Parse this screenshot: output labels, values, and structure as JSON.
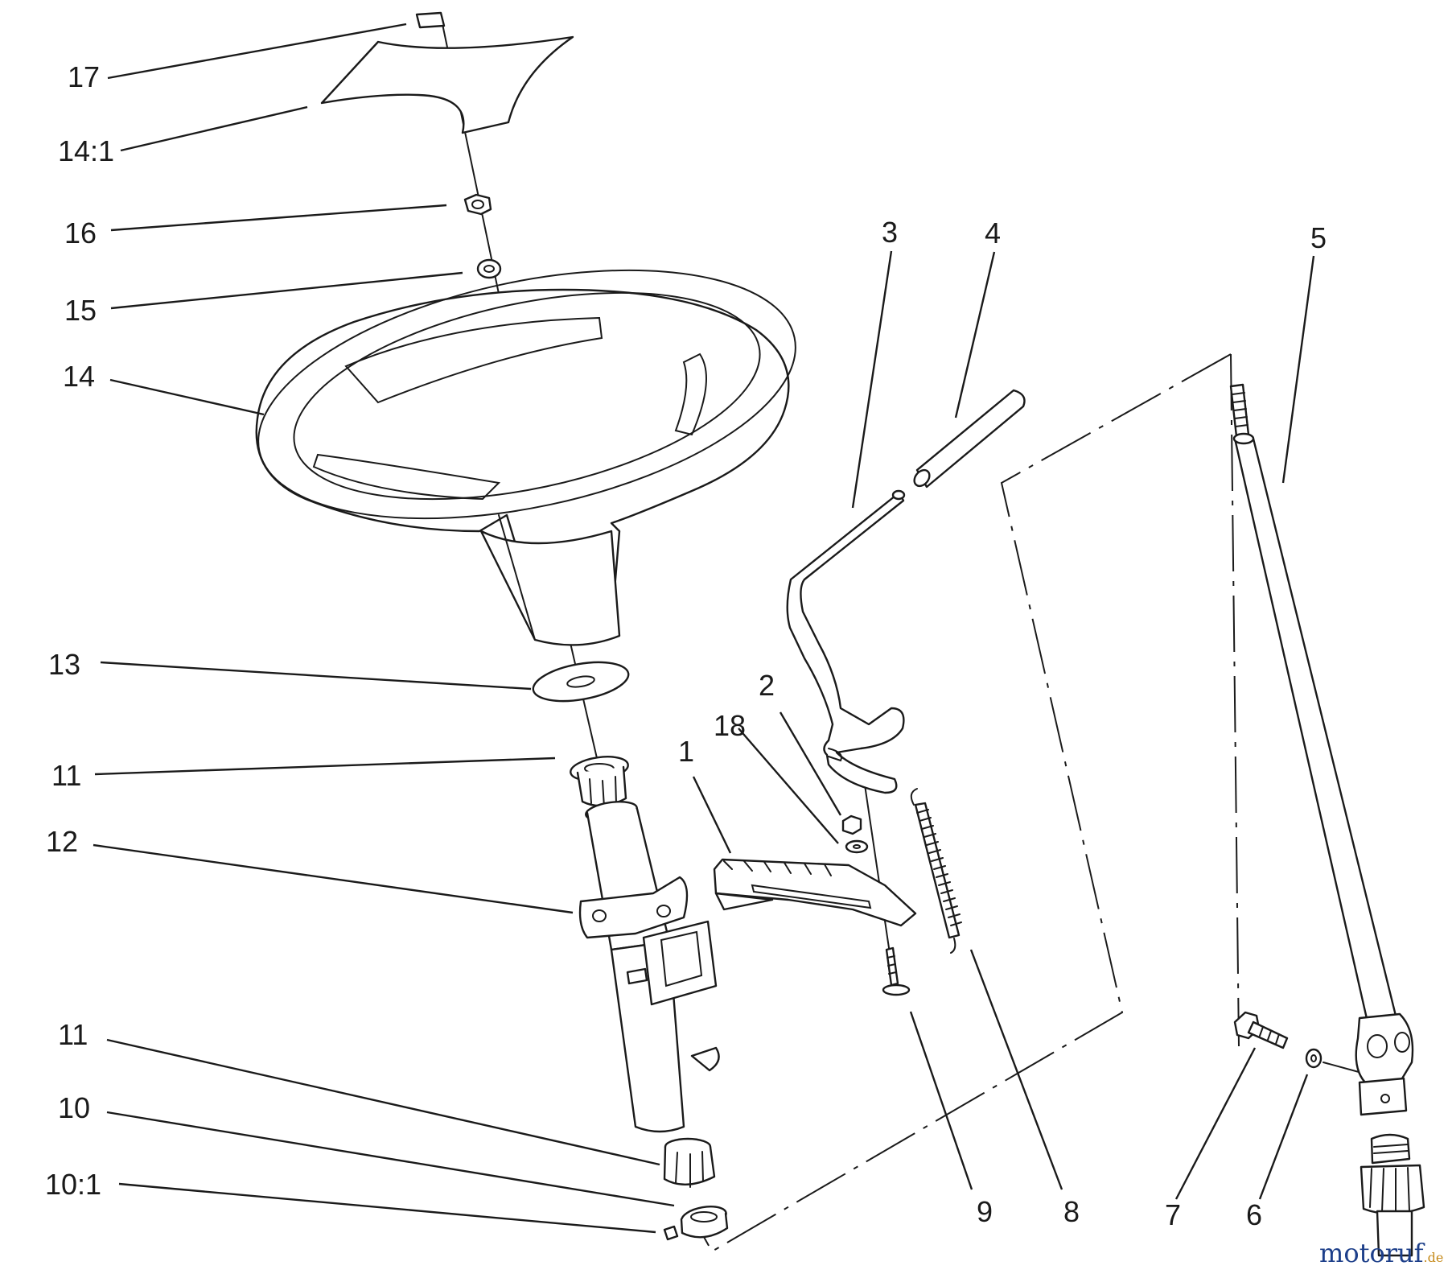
{
  "diagram": {
    "callouts": [
      "17",
      "14:1",
      "16",
      "15",
      "14",
      "13",
      "11",
      "12",
      "11",
      "10",
      "10:1",
      "1",
      "18",
      "2",
      "3",
      "4",
      "5",
      "9",
      "8",
      "7",
      "6"
    ],
    "watermark": {
      "brand": "motoruf",
      "suffix": ".de",
      "color_primary": "#1d3f8a",
      "color_secondary": "#c58a1a"
    }
  }
}
